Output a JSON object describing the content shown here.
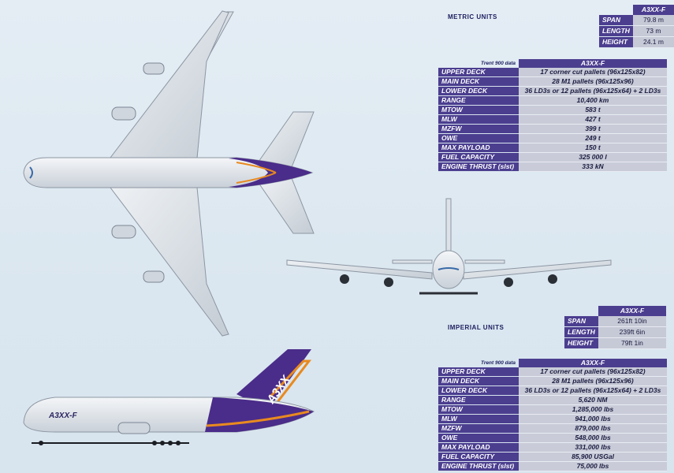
{
  "metric": {
    "title": "METRIC UNITS",
    "dims_header": "A3XX-F",
    "dims": [
      {
        "label": "SPAN",
        "value": "79.8 m"
      },
      {
        "label": "LENGTH",
        "value": "73 m"
      },
      {
        "label": "HEIGHT",
        "value": "24.1 m"
      }
    ],
    "note": "Trent 900 data",
    "table_header": "A3XX-F",
    "rows": [
      {
        "label": "UPPER DECK",
        "value": "17 corner cut pallets (96x125x82)"
      },
      {
        "label": "MAIN DECK",
        "value": "28 M1 pallets (96x125x96)"
      },
      {
        "label": "LOWER DECK",
        "value": "36 LD3s or 12 pallets (96x125x64) + 2 LD3s"
      },
      {
        "label": "RANGE",
        "value": "10,400 km"
      },
      {
        "label": "MTOW",
        "value": "583 t"
      },
      {
        "label": "MLW",
        "value": "427 t"
      },
      {
        "label": "MZFW",
        "value": "399 t"
      },
      {
        "label": "OWE",
        "value": "249 t"
      },
      {
        "label": "MAX PAYLOAD",
        "value": "150 t"
      },
      {
        "label": "FUEL CAPACITY",
        "value": "325 000 l"
      },
      {
        "label": "ENGINE THRUST (slst)",
        "value": "333 kN"
      }
    ]
  },
  "imperial": {
    "title": "IMPERIAL UNITS",
    "dims_header": "A3XX-F",
    "dims": [
      {
        "label": "SPAN",
        "value": "261ft 10in"
      },
      {
        "label": "LENGTH",
        "value": "239ft 6in"
      },
      {
        "label": "HEIGHT",
        "value": "79ft 1in"
      }
    ],
    "note": "Trent 900 data",
    "table_header": "A3XX-F",
    "rows": [
      {
        "label": "UPPER DECK",
        "value": "17 corner cut pallets (96x125x82)"
      },
      {
        "label": "MAIN DECK",
        "value": "28 M1 pallets (96x125x96)"
      },
      {
        "label": "LOWER DECK",
        "value": "36 LD3s or 12 pallets (96x125x64) + 2 LD3s"
      },
      {
        "label": "RANGE",
        "value": "5,620 NM"
      },
      {
        "label": "MTOW",
        "value": "1,285,000 lbs"
      },
      {
        "label": "MLW",
        "value": "941,000 lbs"
      },
      {
        "label": "MZFW",
        "value": "879,000 lbs"
      },
      {
        "label": "OWE",
        "value": "548,000 lbs"
      },
      {
        "label": "MAX PAYLOAD",
        "value": "331,000 lbs"
      },
      {
        "label": "FUEL CAPACITY",
        "value": "85,900 USGal"
      },
      {
        "label": "ENGINE THRUST (slst)",
        "value": "75,000 lbs"
      }
    ]
  },
  "side_view": {
    "fuselage_name": "A3XX-F",
    "tail_text": "A3XX"
  },
  "colors": {
    "table_label_bg": "#4b3e8f",
    "table_value_bg": "#c9ccd8",
    "livery_purple": "#4a2c8a",
    "livery_orange": "#e88a1f"
  }
}
